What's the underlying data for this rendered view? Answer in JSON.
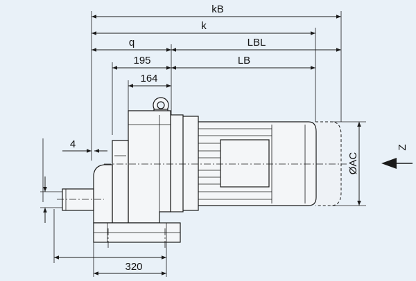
{
  "dimensions": {
    "kB": "kB",
    "k": "k",
    "q": "q",
    "LBL": "LBL",
    "d195": "195",
    "LB": "LB",
    "d164": "164",
    "d4": "4",
    "AC": "ØAC",
    "Z": "Z",
    "d320": "320"
  },
  "colors": {
    "background": "#e9f1f8",
    "line": "#1a1a1a",
    "body_fill": "#f4f6f8"
  }
}
